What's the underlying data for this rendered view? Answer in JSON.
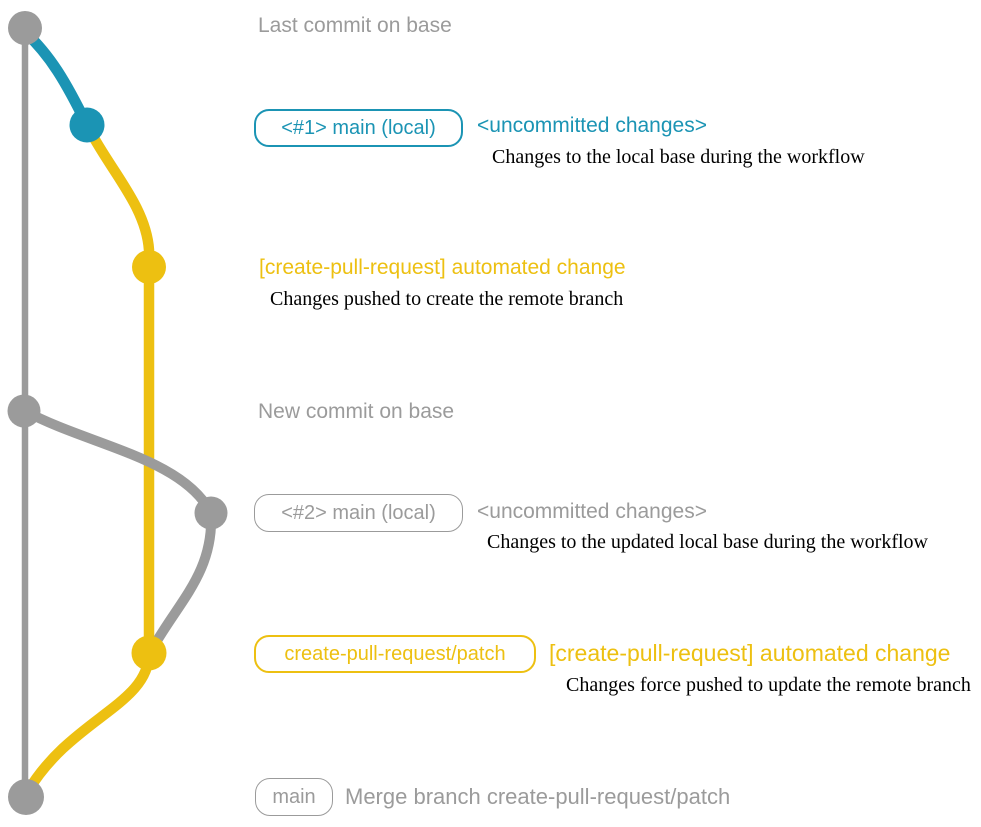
{
  "colors": {
    "gray": "#9b9b9b",
    "teal": "#1b94b4",
    "gold": "#edc011",
    "description": "#000000",
    "background": "#ffffff"
  },
  "rows": {
    "last_commit": {
      "label": "Last commit on base"
    },
    "main_local_1": {
      "branch_badge": "<#1> main (local)",
      "status": "<uncommitted changes>",
      "description": "Changes to the local base during the workflow"
    },
    "automated_change_1": {
      "message": "[create-pull-request] automated change",
      "description": "Changes pushed to create the remote branch"
    },
    "new_commit": {
      "label": "New commit on base"
    },
    "main_local_2": {
      "branch_badge": "<#2> main (local)",
      "status": "<uncommitted changes>",
      "description": "Changes to the updated local base during the workflow"
    },
    "patch_branch": {
      "branch_badge": "create-pull-request/patch",
      "message": "[create-pull-request] automated change",
      "description": "Changes force pushed to update the remote branch"
    },
    "merge": {
      "branch_badge": "main",
      "message": "Merge branch create-pull-request/patch"
    }
  }
}
